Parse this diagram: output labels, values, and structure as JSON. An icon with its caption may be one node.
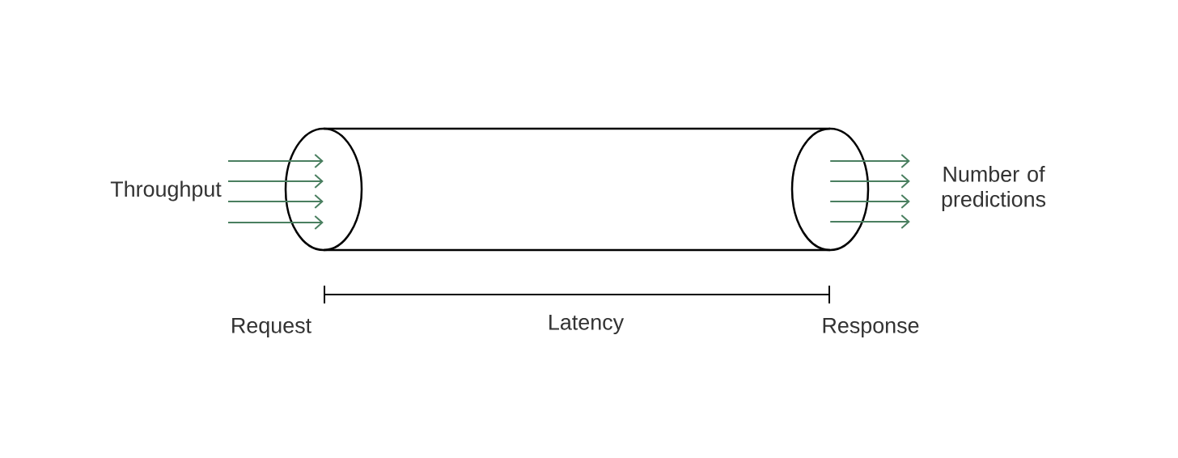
{
  "diagram": {
    "nodes": [
      {
        "text": [
          "Throughput"
        ]
      },
      {
        "text": [],
        "shape": "cylinder"
      },
      {
        "text": [
          "Number of predictions"
        ]
      }
    ],
    "edges": [
      {
        "from": 0,
        "to": 1,
        "arrow": "to",
        "color": "#4a7f60"
      },
      {
        "from": 0,
        "to": 1,
        "arrow": "to",
        "color": "#4a7f60"
      },
      {
        "from": 0,
        "to": 1,
        "arrow": "to",
        "color": "#4a7f60"
      },
      {
        "from": 0,
        "to": 1,
        "arrow": "to",
        "color": "#4a7f60"
      },
      {
        "from": 1,
        "to": 2,
        "arrow": "to",
        "color": "#4a7f60"
      },
      {
        "from": 1,
        "to": 2,
        "arrow": "to",
        "color": "#4a7f60"
      },
      {
        "from": 1,
        "to": 2,
        "arrow": "to",
        "color": "#4a7f60"
      },
      {
        "from": 1,
        "to": 2,
        "arrow": "to",
        "color": "#4a7f60"
      }
    ],
    "labels": [
      "Request",
      "Latency",
      "Response"
    ]
  }
}
